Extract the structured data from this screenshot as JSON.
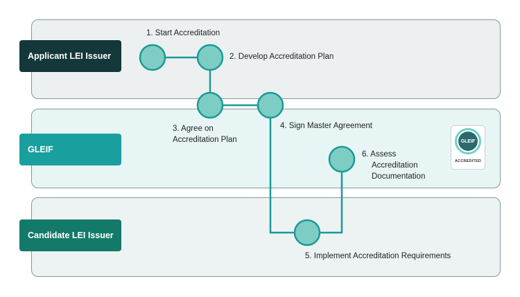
{
  "lanes": [
    {
      "label": "Applicant LEI Issuer"
    },
    {
      "label": "GLEIF"
    },
    {
      "label": "Candidate LEI Issuer"
    }
  ],
  "steps": {
    "s1": "1. Start Accreditation",
    "s2": "2. Develop Accreditation Plan",
    "s3_line1": "3. Agree on",
    "s3_line2": "Accreditation Plan",
    "s4": "4. Sign Master Agreement",
    "s5": "5. Implement Accreditation Requirements",
    "s6_line1": "6.  Assess",
    "s6_line2": "Accreditation",
    "s6_line3": "Documentation"
  },
  "badge": {
    "logo_text": "GLEIF",
    "caption": "ACCREDITED"
  },
  "colors": {
    "node_fill": "#7ecdc4",
    "node_stroke": "#1a9a96",
    "connector": "#1a9a96"
  }
}
